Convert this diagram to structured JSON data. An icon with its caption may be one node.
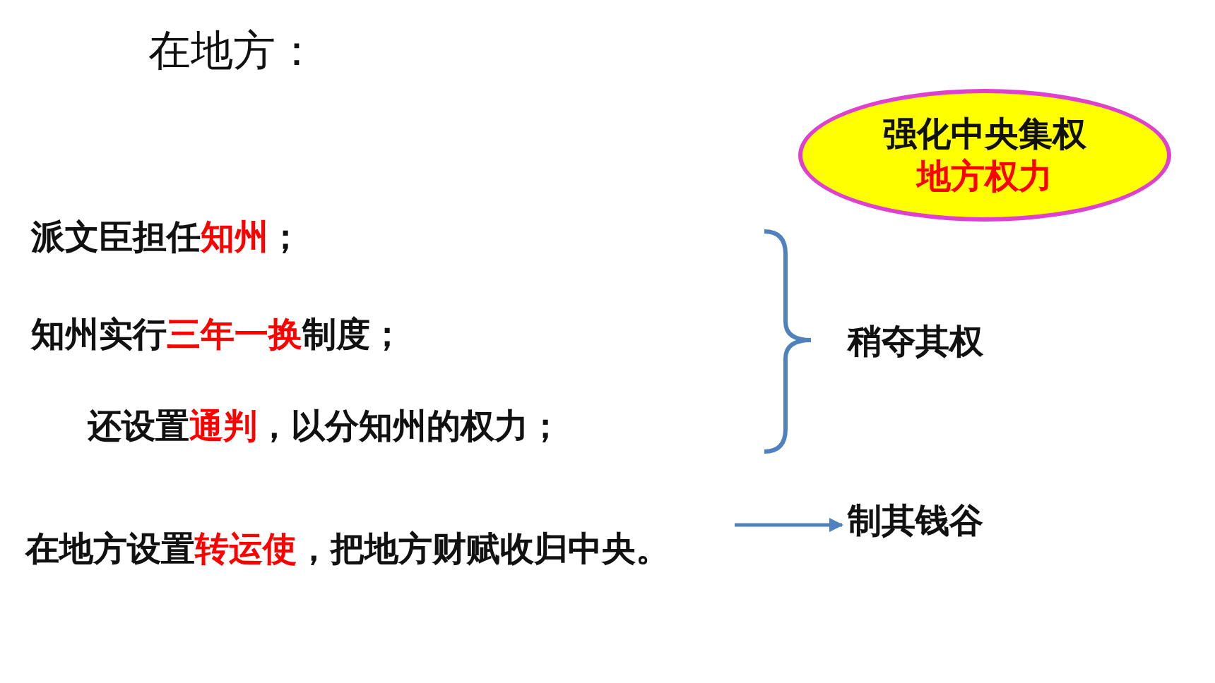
{
  "diagram": {
    "title": "在地方：",
    "nodes": [
      {
        "text": [
          "强化中央集权",
          "地方权力"
        ]
      },
      {
        "text": [
          "在地方设置**转运使**，把地方财赋收归中央。"
        ]
      },
      {
        "text": [
          "制其钱谷"
        ]
      }
    ],
    "edges": [
      {
        "from": 1,
        "to": 2,
        "arrow": "to"
      }
    ],
    "labels": [
      "派文臣担任**知州**；",
      "知州实行**三年一换**制度；",
      "还设置**通判**，以分知州的权力；",
      "稍夺其权"
    ]
  }
}
